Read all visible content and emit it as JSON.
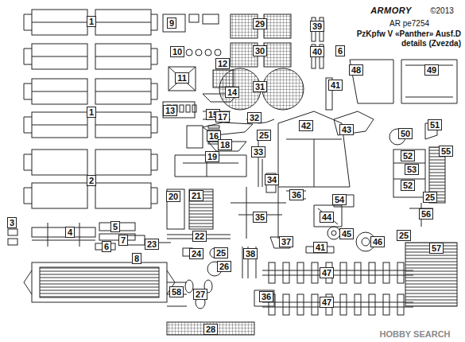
{
  "diagram": {
    "title": "PzKpfw V «Panther» Ausf.D details (Zvezda)",
    "labels": [
      "ARMORY",
      "©2013",
      "AR pe7254",
      "1",
      "1",
      "2",
      "3",
      "4",
      "5",
      "6",
      "7",
      "8",
      "9",
      "10",
      "11",
      "12",
      "13",
      "14",
      "15",
      "16",
      "17",
      "18",
      "19",
      "20",
      "21",
      "22",
      "23",
      "24",
      "25",
      "26",
      "27",
      "28",
      "29",
      "30",
      "31",
      "32",
      "33",
      "34",
      "35",
      "36",
      "37",
      "38",
      "39",
      "40",
      "41",
      "42",
      "43",
      "44",
      "45",
      "46",
      "47",
      "47",
      "48",
      "49",
      "50",
      "51",
      "52",
      "52",
      "53",
      "54",
      "55",
      "56",
      "57",
      "58",
      "36",
      "25",
      "25",
      "25",
      "41",
      "6",
      "HOBBY SEARCH"
    ]
  }
}
